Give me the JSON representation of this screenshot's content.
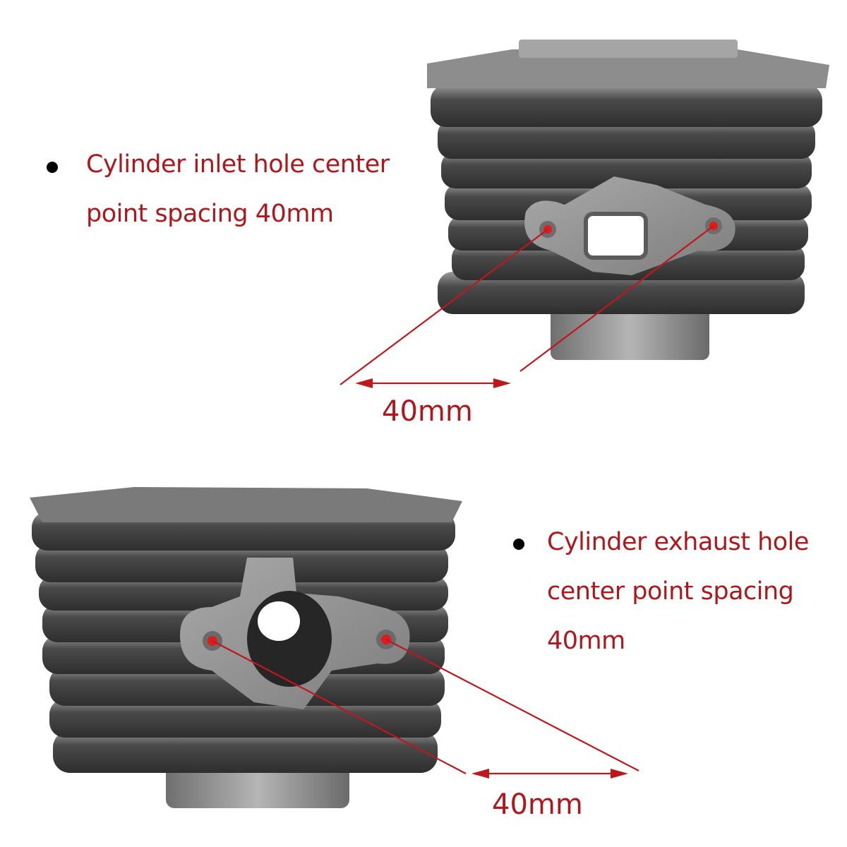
{
  "colors": {
    "accent": "#b0171d",
    "bullet": "#000000",
    "metal_dark": "#3b3b3b",
    "metal_light": "#8f8f8f"
  },
  "top_panel": {
    "callout_lines": [
      "Cylinder inlet hole center",
      "point spacing 40mm"
    ],
    "dimension_label": "40mm"
  },
  "bottom_panel": {
    "callout_lines": [
      "Cylinder exhaust hole",
      "center point spacing",
      "40mm"
    ],
    "dimension_label": "40mm"
  }
}
